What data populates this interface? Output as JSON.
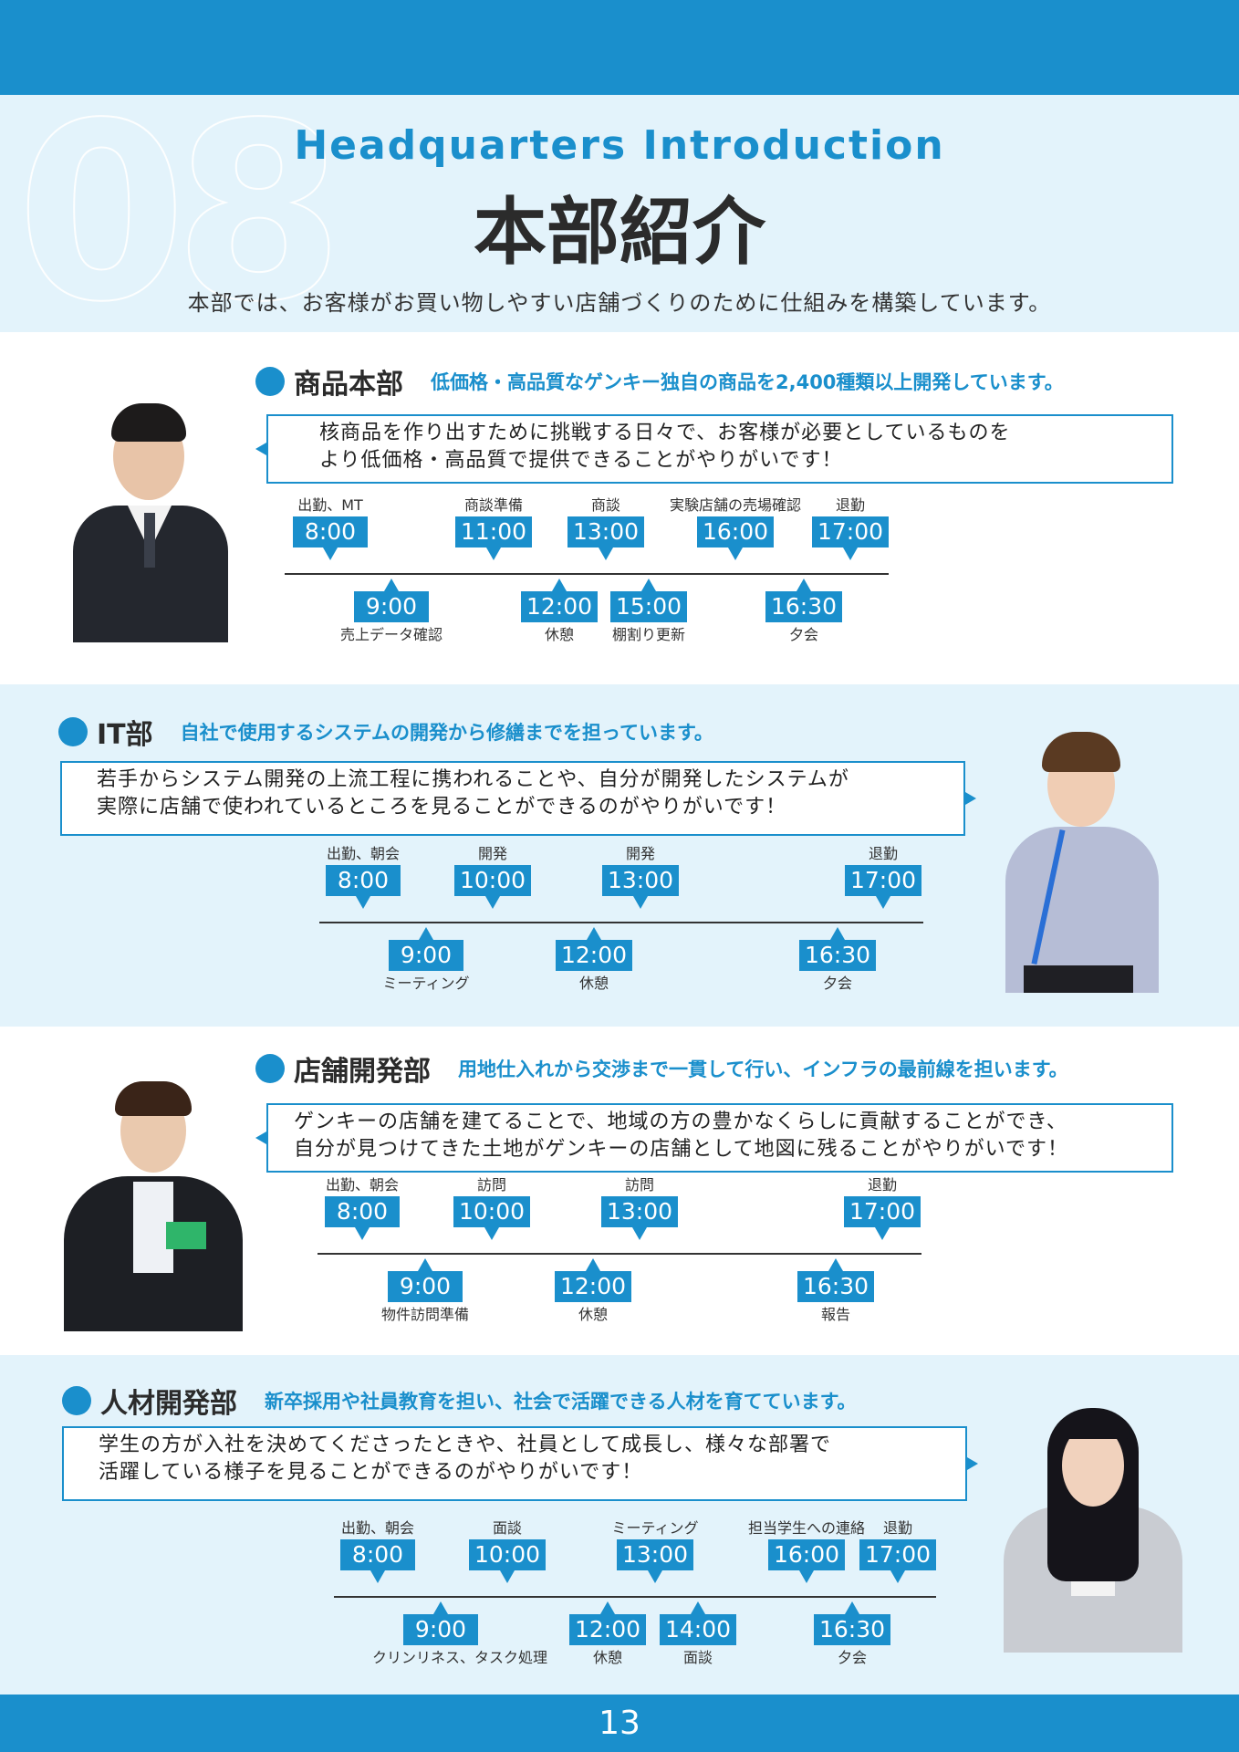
{
  "header": {
    "section_number": "08",
    "title_en": "Headquarters Introduction",
    "title_jp": "本部紹介",
    "lead": "本部では、お客様がお買い物しやすい店舗づくりのために仕組みを構築しています。"
  },
  "accent_color": "#1a8fcc",
  "light_bg_color": "#e3f3fb",
  "departments": [
    {
      "name": "商品本部",
      "tagline": "低価格・高品質なゲンキー独自の商品を2,400種類以上開発しています。",
      "quote_lines": [
        "核商品を作り出すために挑戦する日々で、お客様が必要としているものを",
        "より低価格・高品質で提供できることがやりがいです！"
      ],
      "schedule_top": [
        {
          "label": "出勤、MT",
          "time": "8:00"
        },
        {
          "label": "商談準備",
          "time": "11:00"
        },
        {
          "label": "商談",
          "time": "13:00"
        },
        {
          "label": "実験店舗の売場確認",
          "time": "16:00"
        },
        {
          "label": "退勤",
          "time": "17:00"
        }
      ],
      "schedule_bottom": [
        {
          "label": "売上データ確認",
          "time": "9:00"
        },
        {
          "label": "休憩",
          "time": "12:00"
        },
        {
          "label": "棚割り更新",
          "time": "15:00"
        },
        {
          "label": "夕会",
          "time": "16:30"
        }
      ]
    },
    {
      "name": "IT部",
      "tagline": "自社で使用するシステムの開発から修繕までを担っています。",
      "quote_lines": [
        "若手からシステム開発の上流工程に携われることや、自分が開発したシステムが",
        "実際に店舗で使われているところを見ることができるのがやりがいです！"
      ],
      "schedule_top": [
        {
          "label": "出勤、朝会",
          "time": "8:00"
        },
        {
          "label": "開発",
          "time": "10:00"
        },
        {
          "label": "開発",
          "time": "13:00"
        },
        {
          "label": "退勤",
          "time": "17:00"
        }
      ],
      "schedule_bottom": [
        {
          "label": "ミーティング",
          "time": "9:00"
        },
        {
          "label": "休憩",
          "time": "12:00"
        },
        {
          "label": "夕会",
          "time": "16:30"
        }
      ]
    },
    {
      "name": "店舗開発部",
      "tagline": "用地仕入れから交渉まで一貫して行い、インフラの最前線を担います。",
      "quote_lines": [
        "ゲンキーの店舗を建てることで、地域の方の豊かなくらしに貢献することができ、",
        "自分が見つけてきた土地がゲンキーの店舗として地図に残ることがやりがいです！"
      ],
      "schedule_top": [
        {
          "label": "出勤、朝会",
          "time": "8:00"
        },
        {
          "label": "訪問",
          "time": "10:00"
        },
        {
          "label": "訪問",
          "time": "13:00"
        },
        {
          "label": "退勤",
          "time": "17:00"
        }
      ],
      "schedule_bottom": [
        {
          "label": "物件訪問準備",
          "time": "9:00"
        },
        {
          "label": "休憩",
          "time": "12:00"
        },
        {
          "label": "報告",
          "time": "16:30"
        }
      ]
    },
    {
      "name": "人材開発部",
      "tagline": "新卒採用や社員教育を担い、社会で活躍できる人材を育てています。",
      "quote_lines": [
        "学生の方が入社を決めてくださったときや、社員として成長し、様々な部署で",
        "活躍している様子を見ることができるのがやりがいです！"
      ],
      "schedule_top": [
        {
          "label": "出勤、朝会",
          "time": "8:00"
        },
        {
          "label": "面談",
          "time": "10:00"
        },
        {
          "label": "ミーティング",
          "time": "13:00"
        },
        {
          "label": "担当学生への連絡",
          "time": "16:00"
        },
        {
          "label": "退勤",
          "time": "17:00"
        }
      ],
      "schedule_bottom": [
        {
          "label": "クリンリネス、タスク処理",
          "time": "9:00"
        },
        {
          "label": "休憩",
          "time": "12:00"
        },
        {
          "label": "面談",
          "time": "14:00"
        },
        {
          "label": "夕会",
          "time": "16:30"
        }
      ]
    }
  ],
  "footer": {
    "page_number": "13"
  }
}
